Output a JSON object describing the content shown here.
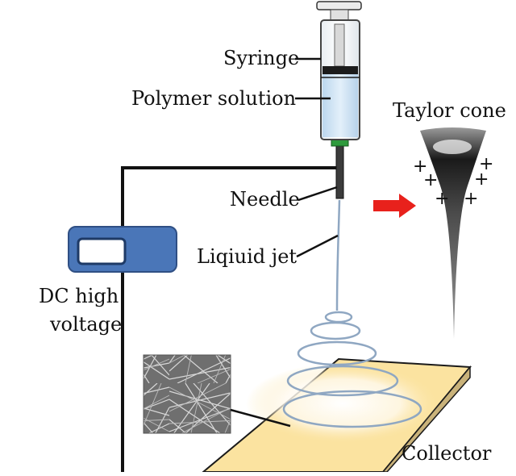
{
  "labels": {
    "syringe": "Syringe",
    "polymer_solution": "Polymer solution",
    "needle": "Needle",
    "liquid_jet": "Liqiuid jet",
    "dc_high": "DC high",
    "voltage": "voltage",
    "taylor_cone": "Taylor cone",
    "collector": "Collector"
  },
  "icons": {
    "power_supply": "dc-power-supply-icon",
    "arrow": "right-arrow-icon",
    "charge": "+"
  },
  "colors": {
    "arrow": "#e8211c",
    "power_supply": "#4a76b8",
    "solution": "#cfe3f3",
    "needle_tip": "#2e9a3c",
    "collector": "#fbe3a0",
    "jet": "#8fa7c2"
  }
}
